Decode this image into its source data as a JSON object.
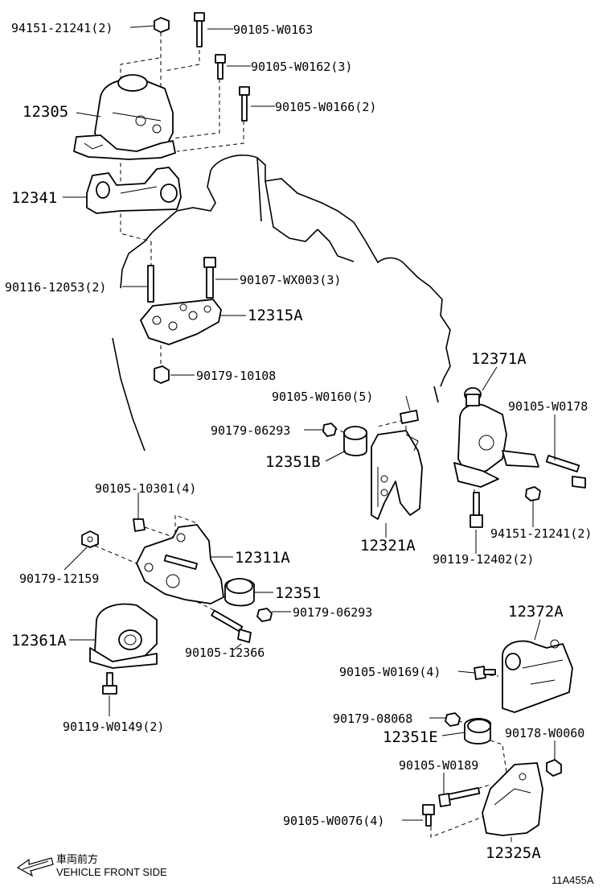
{
  "labels": {
    "l_94151_21241_top": "94151-21241(2)",
    "l_90105_W0163": "90105-W0163",
    "l_90105_W0162": "90105-W0162(3)",
    "l_90105_W0166": "90105-W0166(2)",
    "l_12305": "12305",
    "l_12341": "12341",
    "l_90116_12053": "90116-12053(2)",
    "l_90107_WX003": "90107-WX003(3)",
    "l_12315A": "12315A",
    "l_90179_10108": "90179-10108",
    "l_90105_W0160": "90105-W0160(5)",
    "l_90179_06293_a": "90179-06293",
    "l_12351B": "12351B",
    "l_12321A": "12321A",
    "l_12371A": "12371A",
    "l_90105_W0178": "90105-W0178",
    "l_94151_21241_right": "94151-21241(2)",
    "l_90119_12402": "90119-12402(2)",
    "l_90105_10301": "90105-10301(4)",
    "l_90179_12159": "90179-12159",
    "l_12311A": "12311A",
    "l_12351": "12351",
    "l_90179_06293_b": "90179-06293",
    "l_12361A": "12361A",
    "l_90105_12366": "90105-12366",
    "l_90119_W0149": "90119-W0149(2)",
    "l_12372A": "12372A",
    "l_90105_W0169": "90105-W0169(4)",
    "l_90179_08068": "90179-08068",
    "l_12351E": "12351E",
    "l_90178_W0060": "90178-W0060",
    "l_90105_W0189": "90105-W0189",
    "l_90105_W0076": "90105-W0076(4)",
    "l_12325A": "12325A"
  },
  "legend": {
    "japanese": "車両前方",
    "english": "VEHICLE FRONT SIDE"
  },
  "figure_code": "11A455A"
}
